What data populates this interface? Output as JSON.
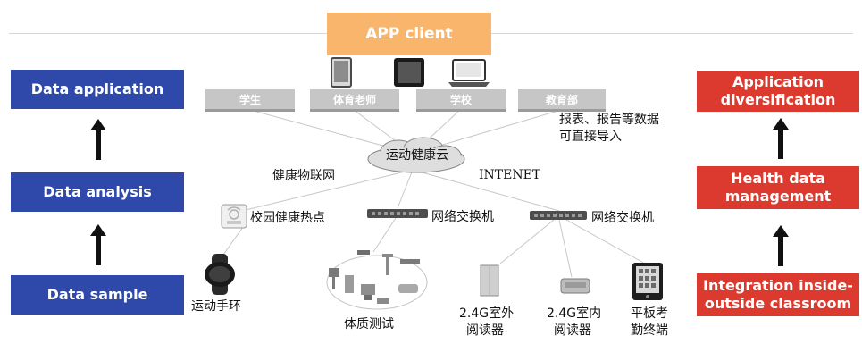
{
  "header": {
    "app_client": "APP client"
  },
  "left_column": {
    "data_application": "Data application",
    "data_analysis": "Data analysis",
    "data_sample": "Data sample"
  },
  "right_column": {
    "application_diversification": [
      "Application",
      "diversification"
    ],
    "health_data_management": [
      "Health data",
      "management"
    ],
    "integration": [
      "Integration inside-",
      "outside classroom"
    ]
  },
  "clients": {
    "tab_students": "学生",
    "tab_pe_teacher": "体育老师",
    "tab_school": "学校",
    "tab_education_bureau": "教育部"
  },
  "network": {
    "export_note": [
      "报表、报告等数据",
      "可直接导入"
    ],
    "cloud_label": "运动健康云",
    "iot_label": "健康物联网",
    "internet_label": "INTENET",
    "campus_hotspot": "校园健康热点",
    "switch_1": "网络交换机",
    "switch_2": "网络交换机"
  },
  "devices": {
    "wristband": "运动手环",
    "fitness_test": "体质测试",
    "outdoor_reader": [
      "2.4G室外",
      "阅读器"
    ],
    "indoor_reader": [
      "2.4G室内",
      "阅读器"
    ],
    "tablet_terminal": [
      "平板考",
      "勤终端"
    ]
  },
  "colors": {
    "blue_box": "#2e49a9",
    "red_box": "#dc3a2e",
    "app_client": "#f8b56b"
  }
}
